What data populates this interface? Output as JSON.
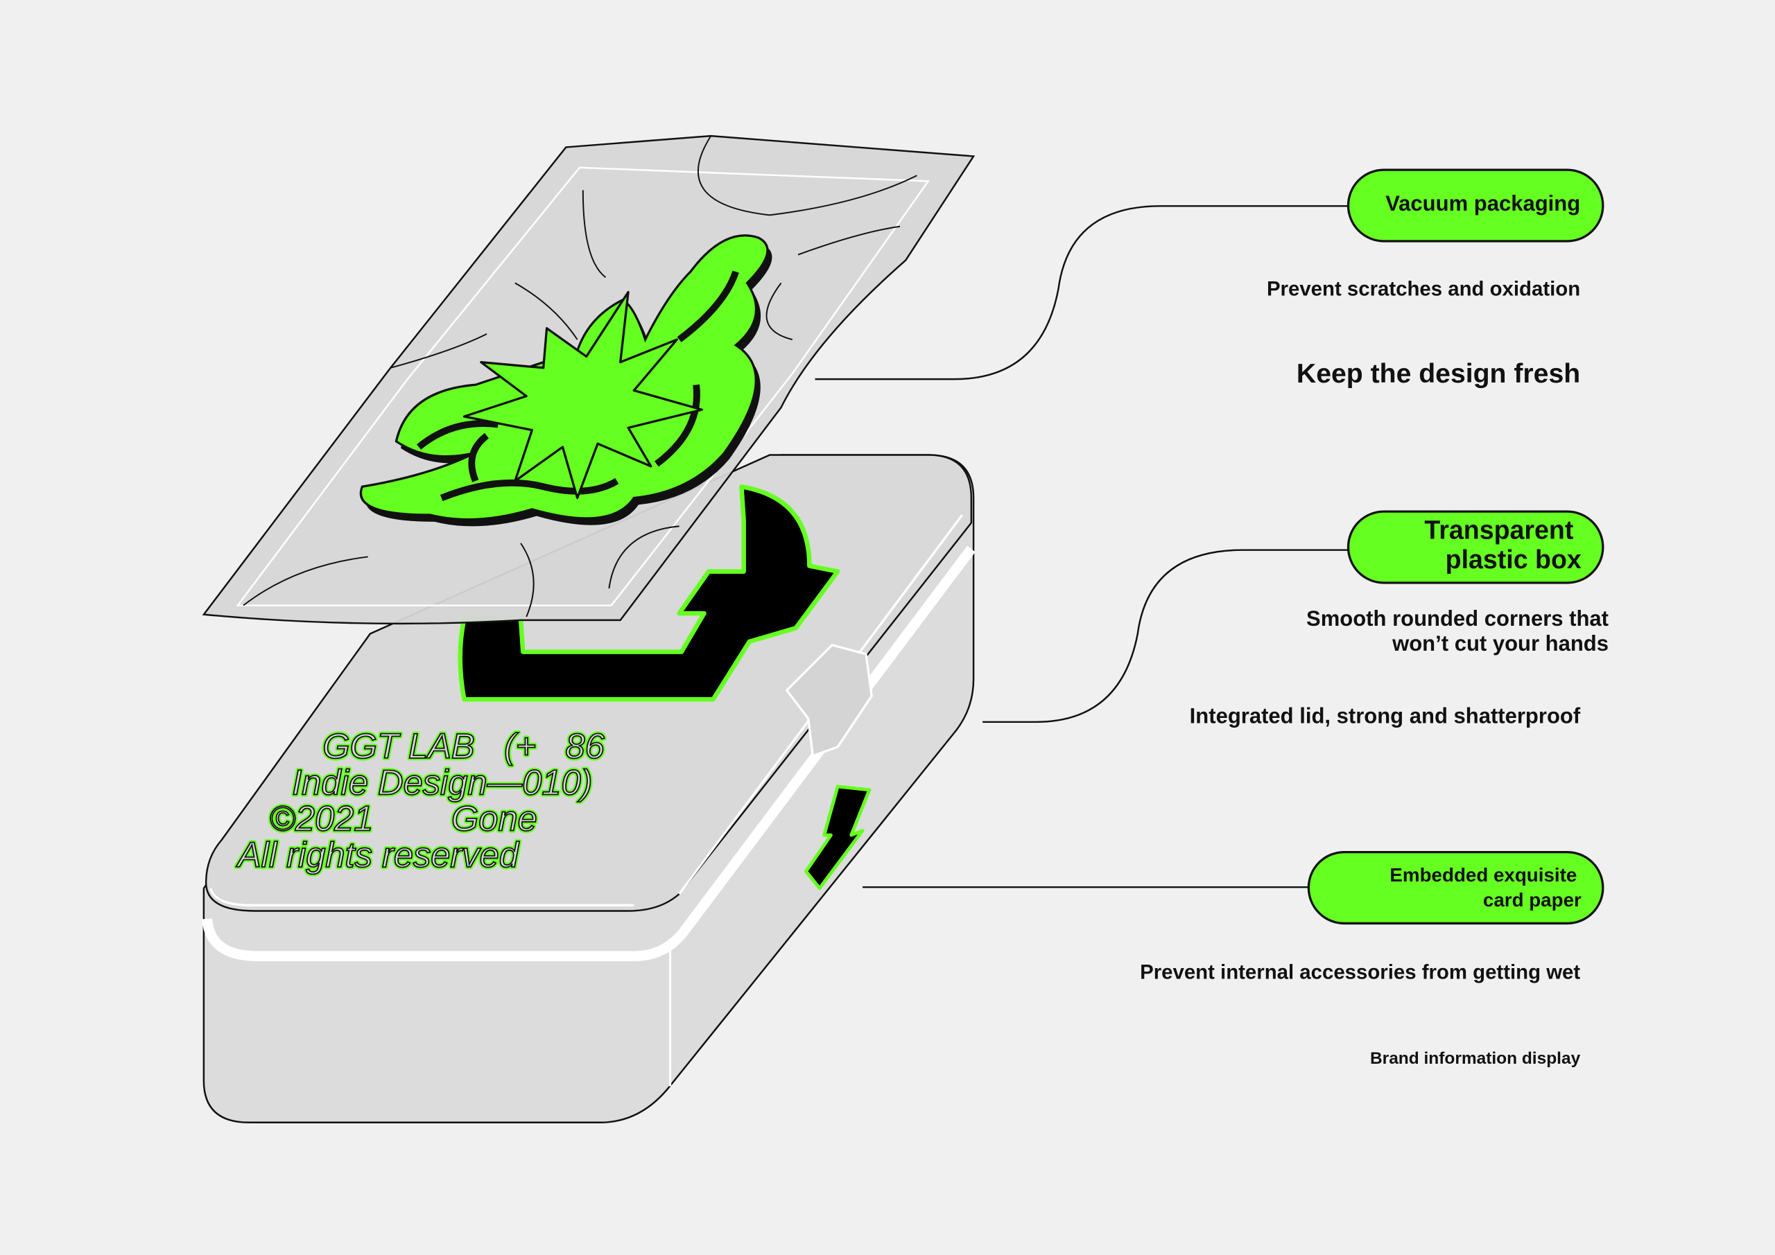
{
  "colors": {
    "accent": "#66ff22",
    "background": "#f0f0f0",
    "box": "#dcdcdc",
    "outline": "#111111"
  },
  "callouts": [
    {
      "title_lines": [
        "Vacuum packaging"
      ],
      "details": [
        "Prevent scratches and oxidation",
        "Keep the design fresh"
      ]
    },
    {
      "title_lines": [
        "Transparent",
        "plastic box"
      ],
      "details": [
        "Smooth rounded corners that",
        "won’t cut your hands",
        "Integrated lid, strong and shatterproof"
      ]
    },
    {
      "title_lines": [
        "Embedded exquisite",
        "card paper"
      ],
      "details": [
        "Prevent internal accessories from getting wet",
        "Brand information display"
      ]
    }
  ],
  "lid_print": {
    "lines": [
      "GGT LAB   (+   86",
      "Indie Design—010)",
      "©2021        Gone",
      "All rights reserved"
    ]
  }
}
